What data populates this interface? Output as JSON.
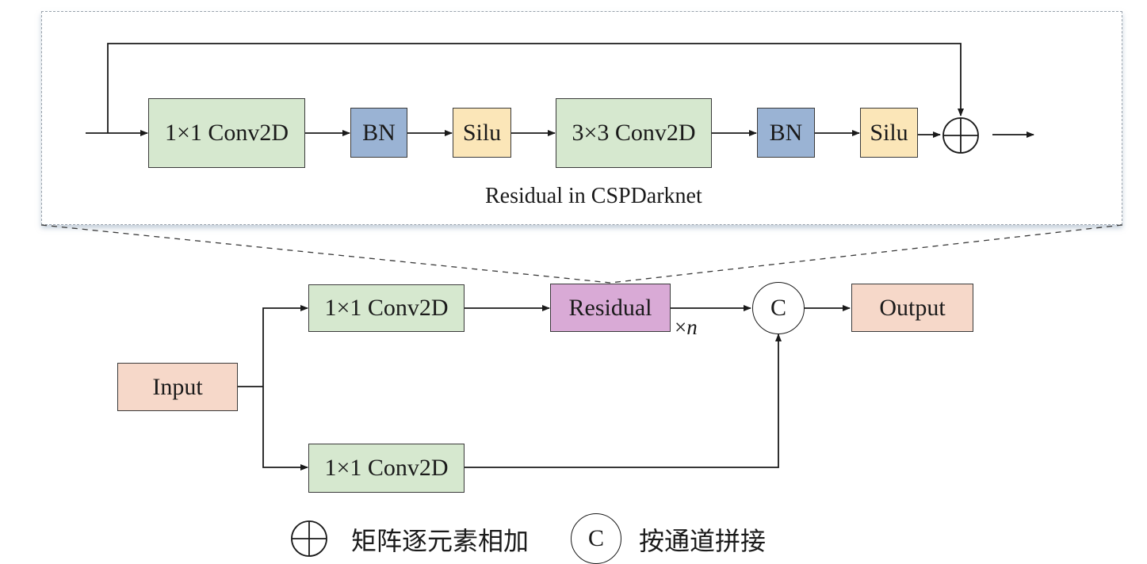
{
  "residual_block": {
    "caption": "Residual in CSPDarknet",
    "conv1": "1×1 Conv2D",
    "bn1": "BN",
    "silu1": "Silu",
    "conv2": "3×3 Conv2D",
    "bn2": "BN",
    "silu2": "Silu"
  },
  "main": {
    "input": "Input",
    "conv_top": "1×1 Conv2D",
    "residual": "Residual",
    "repeat_prefix": "×",
    "repeat_var": "n",
    "concat_symbol": "C",
    "output": "Output",
    "conv_bottom": "1×1 Conv2D"
  },
  "legend": {
    "add_label": "矩阵逐元素相加",
    "concat_symbol": "C",
    "concat_label": "按通道拼接"
  },
  "colors": {
    "conv": "#d6e8cf",
    "bn": "#9ab3d4",
    "silu": "#fbe6b8",
    "residual": "#d9aad6",
    "io": "#f6d8c9"
  }
}
